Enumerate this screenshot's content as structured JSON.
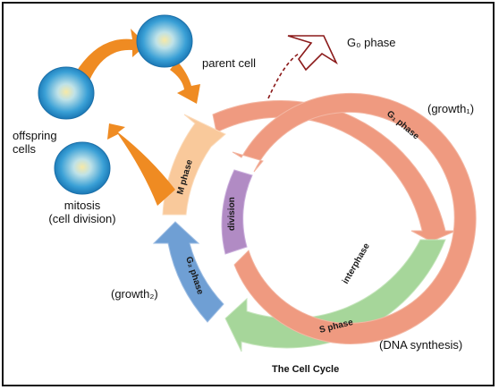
{
  "title": "The Cell Cycle",
  "labels": {
    "parent_cell": "parent cell",
    "g0_phase": "G₀ phase",
    "g1_growth": "(growth₁)",
    "offspring_line1": "offspring",
    "offspring_line2": "cells",
    "mitosis_line1": "mitosis",
    "mitosis_line2": "(cell division)",
    "g2_growth": "(growth₂)",
    "dna_synthesis": "(DNA synthesis)"
  },
  "phases": {
    "g1": "G₁ phase",
    "s": "S phase",
    "g2": "G₂ phase",
    "m": "M phase",
    "interphase": "interphase",
    "division": "division"
  },
  "colors": {
    "salmon": "#ef9a80",
    "salmon_dark": "#e07e62",
    "green": "#a6d69a",
    "blue": "#6f9fd4",
    "peach": "#f9c99b",
    "purple": "#b18bc4",
    "orange": "#ef8b22",
    "g0_arrow": "#8b1a1a",
    "cell_dark": "#1786c6",
    "cell_light": "#f7e9a6"
  }
}
